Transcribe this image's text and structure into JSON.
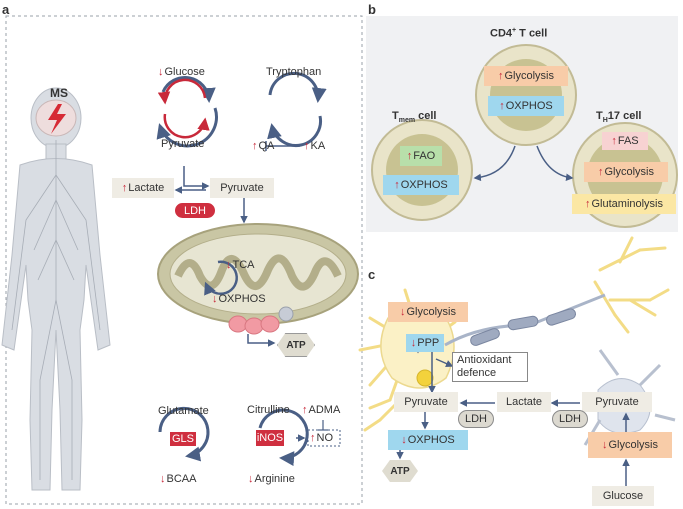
{
  "panels": {
    "a": "a",
    "b": "b",
    "c": "c"
  },
  "ms": "MS",
  "glycolysis": {
    "title": "Glycolysis",
    "glucose": "Glucose",
    "pyruvate": "Pyruvate"
  },
  "kynurenine": {
    "title": "Kynurenine pathway",
    "tryptophan": "Tryptophan",
    "qa": "QA",
    "ka": "KA"
  },
  "center": {
    "lactate": "Lactate",
    "pyruvate": "Pyruvate",
    "ldh": "LDH",
    "tca": "TCA",
    "oxphos": "OXPHOS",
    "atp": "ATP"
  },
  "glutamine": {
    "title": "Glutamine metabolism",
    "glutamate": "Glutamate",
    "gls": "GLS",
    "bcaa": "BCAA"
  },
  "urea": {
    "title": "Urea cycle",
    "citrulline": "Citrulline",
    "adma": "ADMA",
    "inos": "iNOS",
    "no": "NO",
    "arginine": "Arginine"
  },
  "b": {
    "cd4_base": "CD4",
    "cd4_sup": "+",
    "cd4_tail": " T cell",
    "cd4_glycolysis": "Glycolysis",
    "cd4_oxphos": "OXPHOS",
    "tmem_base": "T",
    "tmem_sub": "mem",
    "tmem_tail": " cell",
    "fao": "FAO",
    "tmem_oxphos": "OXPHOS",
    "th17_base": "T",
    "th17_sub": "H",
    "th17_tail": "17 cell",
    "fas": "FAS",
    "th17_glycolysis": "Glycolysis",
    "glutaminolysis": "Glutaminolysis"
  },
  "c": {
    "glycolysis_left": "Glycolysis",
    "ppp": "PPP",
    "antioxidant": "Antioxidant defence",
    "pyruvate_left": "Pyruvate",
    "lactate": "Lactate",
    "pyruvate_right": "Pyruvate",
    "ldh_left": "LDH",
    "ldh_right": "LDH",
    "oxphos": "OXPHOS",
    "atp": "ATP",
    "glycolysis_right": "Glycolysis",
    "glucose": "Glucose"
  },
  "colors": {
    "red_accent": "#c8293a",
    "arrow": "#4a5f85",
    "panel_grey": "#dde2ea"
  }
}
